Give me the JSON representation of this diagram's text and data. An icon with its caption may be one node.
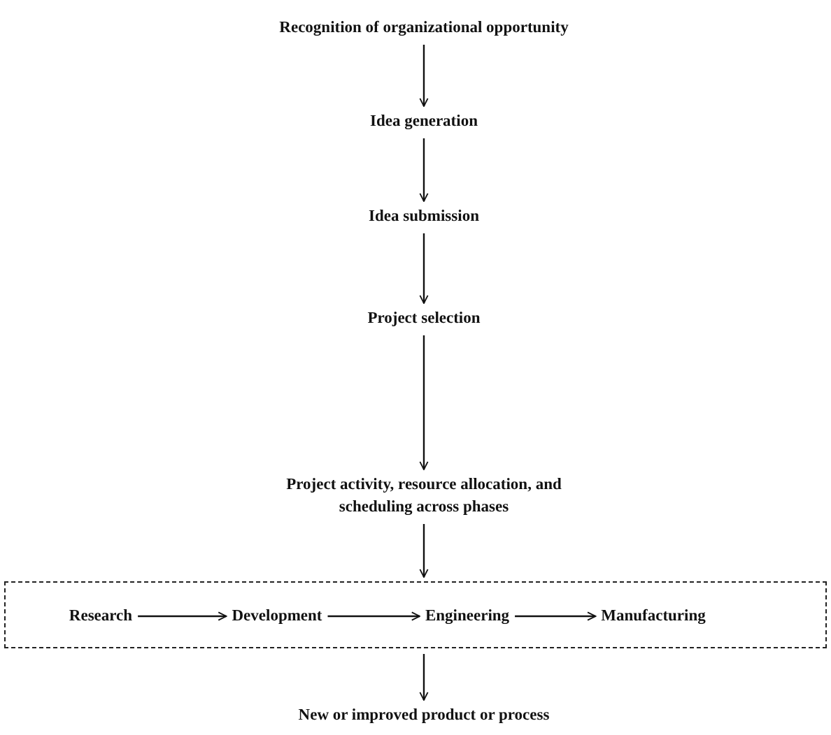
{
  "diagram": {
    "nodes": [
      {
        "text": [
          "Recognition of organizational opportunity"
        ]
      },
      {
        "text": [
          "Idea generation"
        ]
      },
      {
        "text": [
          "Idea submission"
        ]
      },
      {
        "text": [
          "Project selection"
        ]
      },
      {
        "text": [
          "Project activity, resource allocation, and scheduling across phases"
        ]
      },
      {
        "text": [],
        "shape": "box"
      },
      {
        "text": [
          "Research"
        ],
        "in": 5
      },
      {
        "text": [
          "Development"
        ],
        "in": 5
      },
      {
        "text": [
          "Engineering"
        ],
        "in": 5
      },
      {
        "text": [
          "Manufacturing"
        ],
        "in": 5
      },
      {
        "text": [
          "New or improved product or process"
        ]
      }
    ],
    "edges": [
      {
        "from": 0,
        "to": 1,
        "arrow": "to"
      },
      {
        "from": 1,
        "to": 2,
        "arrow": "to"
      },
      {
        "from": 2,
        "to": 3,
        "arrow": "to"
      },
      {
        "from": 3,
        "to": 4,
        "arrow": "to"
      },
      {
        "from": 4,
        "to": 5,
        "arrow": "to"
      },
      {
        "from": 6,
        "to": 7,
        "arrow": "to"
      },
      {
        "from": 7,
        "to": 8,
        "arrow": "to"
      },
      {
        "from": 8,
        "to": 9,
        "arrow": "to"
      },
      {
        "from": 5,
        "to": 10,
        "arrow": "to"
      }
    ]
  }
}
